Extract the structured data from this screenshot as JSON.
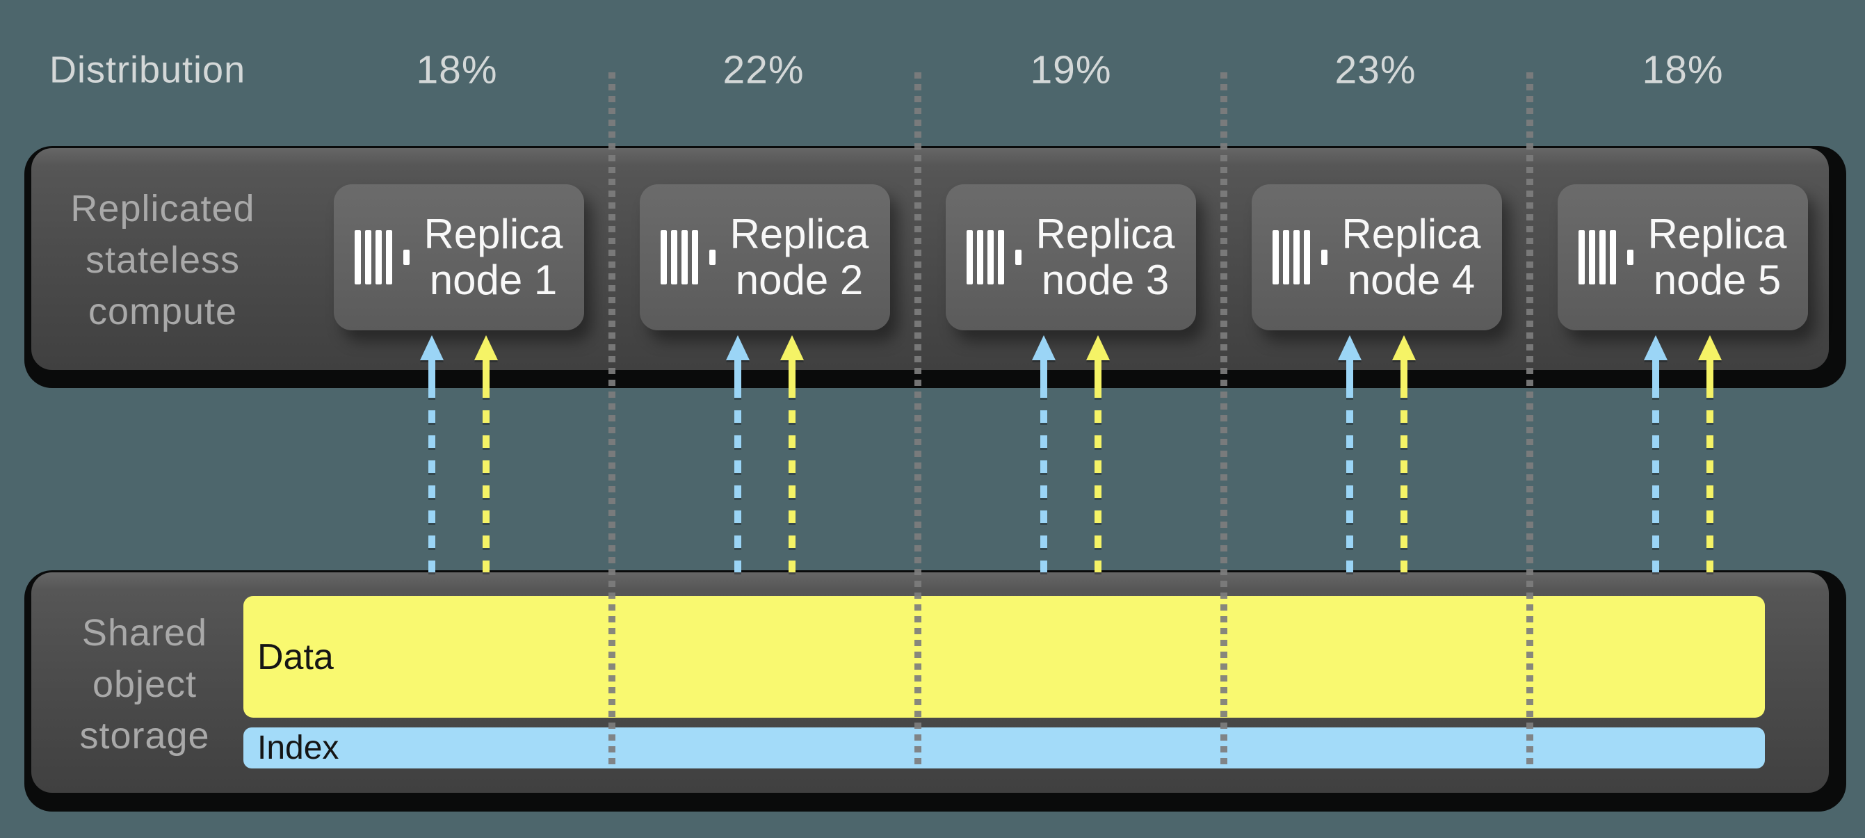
{
  "header": {
    "label": "Distribution",
    "percentages": [
      "18%",
      "22%",
      "19%",
      "23%",
      "18%"
    ]
  },
  "compute": {
    "title_lines": [
      "Replicated",
      "stateless",
      "compute"
    ]
  },
  "nodes": [
    {
      "line1": "Replica",
      "line2": "node 1"
    },
    {
      "line1": "Replica",
      "line2": "node 2"
    },
    {
      "line1": "Replica",
      "line2": "node 3"
    },
    {
      "line1": "Replica",
      "line2": "node 4"
    },
    {
      "line1": "Replica",
      "line2": "node 5"
    }
  ],
  "storage": {
    "title_lines": [
      "Shared",
      "object",
      "storage"
    ],
    "data_label": "Data",
    "index_label": "Index"
  },
  "icons": {
    "node_icon": "clickhouse-bars-icon"
  },
  "colors": {
    "background": "#4d666c",
    "shadow-black": "#0a0b0b",
    "header-text": "#d4d8d8",
    "title-gray": "#a9a9a9",
    "node-text": "#f8f8f8",
    "band-yellow": "#f9f970",
    "band-blue": "#a3dbf9",
    "arrow-yellow": "#f5f366",
    "arrow-blue": "#9bd5f6",
    "separator-gray": "#7d7d7d",
    "band-text": "#151515"
  }
}
